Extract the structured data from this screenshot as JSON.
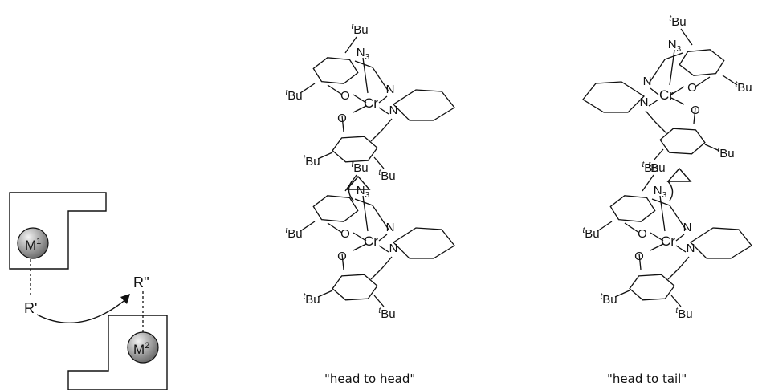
{
  "scheme": {
    "metal_top": {
      "base": "M",
      "sup": "1"
    },
    "metal_bottom": {
      "base": "M",
      "sup": "2"
    },
    "ligand_left": "R'",
    "ligand_right": "R''"
  },
  "complex_labels": {
    "azide": "N",
    "azide_sub": "3",
    "chromium": "Cr",
    "nitrogen": "N",
    "oxygen": "O",
    "tbu_t": "t",
    "tbu_rest": "Bu"
  },
  "captions": {
    "head_to_head": "\"head to head\"",
    "head_to_tail": "\"head to tail\""
  },
  "colors": {
    "ink": "#111111",
    "sphere_light": "#f2f2f2",
    "sphere_dark": "#6e6e6e"
  }
}
